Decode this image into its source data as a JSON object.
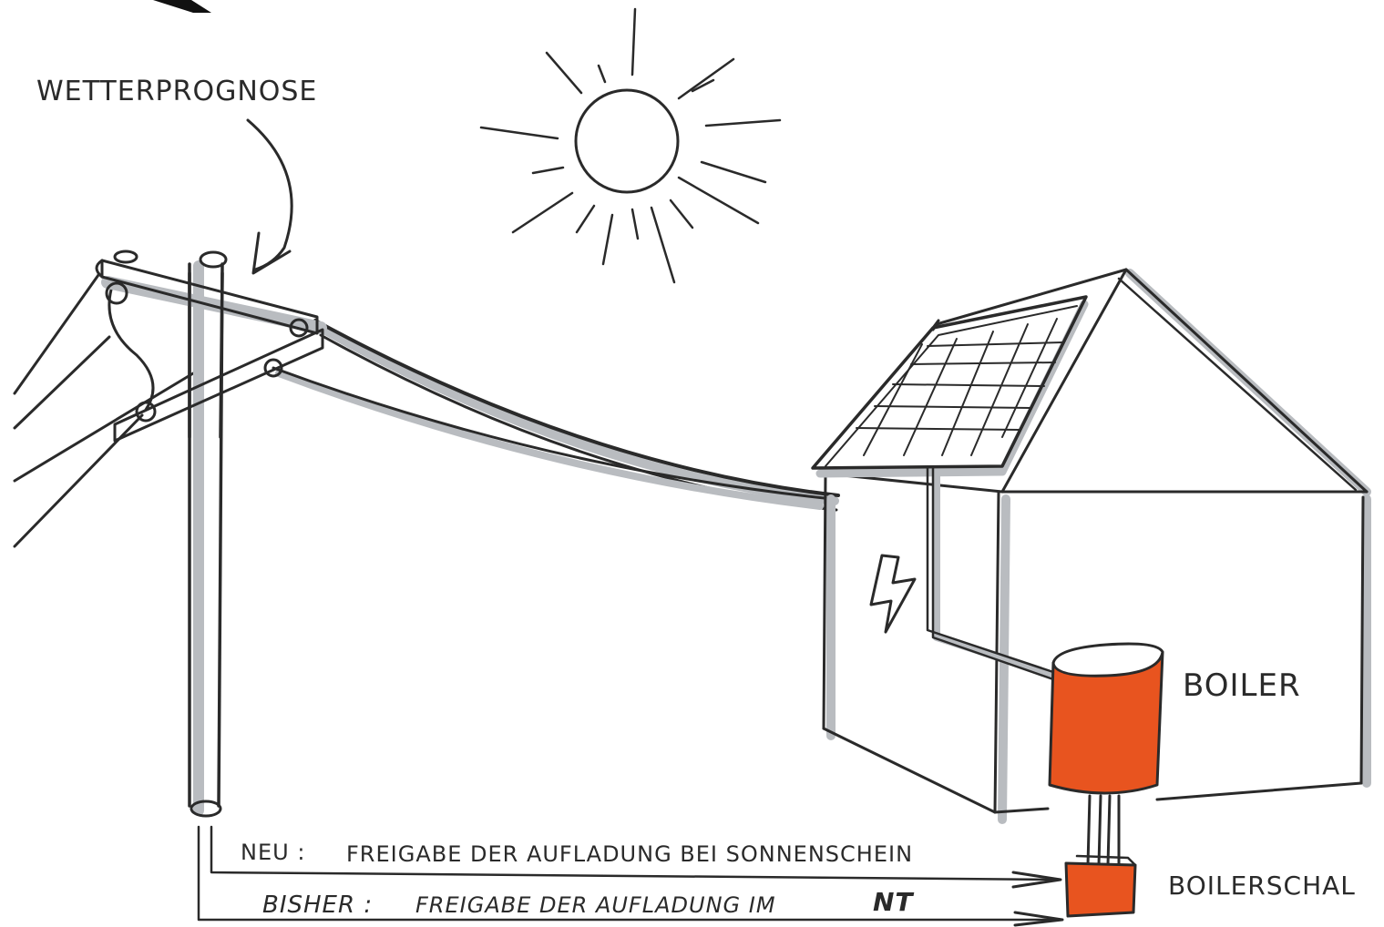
{
  "labels": {
    "weather_forecast": "WETTERPROGNOSE",
    "boiler": "BOILER",
    "boiler_switch": "BOILERSCHAL",
    "new_line_prefix": "NEU :",
    "new_line_text": "FREIGABE DER AUFLADUNG BEI SONNENSCHEIN",
    "old_line_prefix": "BISHER :",
    "old_line_text": "FREIGABE DER AUFLADUNG IM",
    "old_line_suffix": "NT"
  },
  "colors": {
    "ink": "#2a2a2a",
    "shadow": "#b9bcc0",
    "accent_orange": "#e8541f",
    "background": "#ffffff"
  },
  "icons": {
    "sun": "sun-icon",
    "lightning": "lightning-icon"
  }
}
